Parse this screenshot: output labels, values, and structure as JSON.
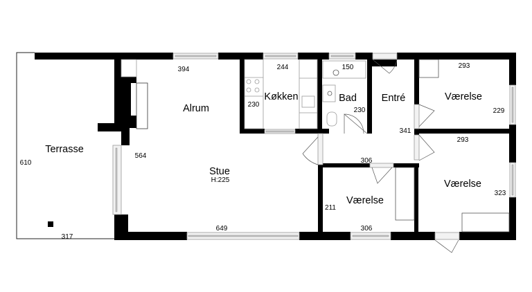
{
  "plan": {
    "rooms": {
      "terrasse": {
        "name": "Terrasse",
        "width": "317",
        "height": "610"
      },
      "alrum": {
        "name": "Alrum",
        "width": "394"
      },
      "stue": {
        "name": "Stue",
        "ceiling": "H:225",
        "width": "649",
        "height": "564"
      },
      "kokken": {
        "name": "Køkken",
        "width": "244",
        "height": "230"
      },
      "bad": {
        "name": "Bad",
        "width": "150",
        "height": "230"
      },
      "entre": {
        "name": "Entré",
        "width": "306",
        "height": "341"
      },
      "vaerelse_ne": {
        "name": "Værelse",
        "width": "293",
        "height": "229"
      },
      "vaerelse_e": {
        "name": "Værelse",
        "width": "293",
        "height": "323"
      },
      "vaerelse_s": {
        "name": "Værelse",
        "width": "306",
        "height": "211"
      }
    },
    "colors": {
      "wall": "#000000",
      "window": "#c8c8c8",
      "background": "#ffffff"
    }
  }
}
